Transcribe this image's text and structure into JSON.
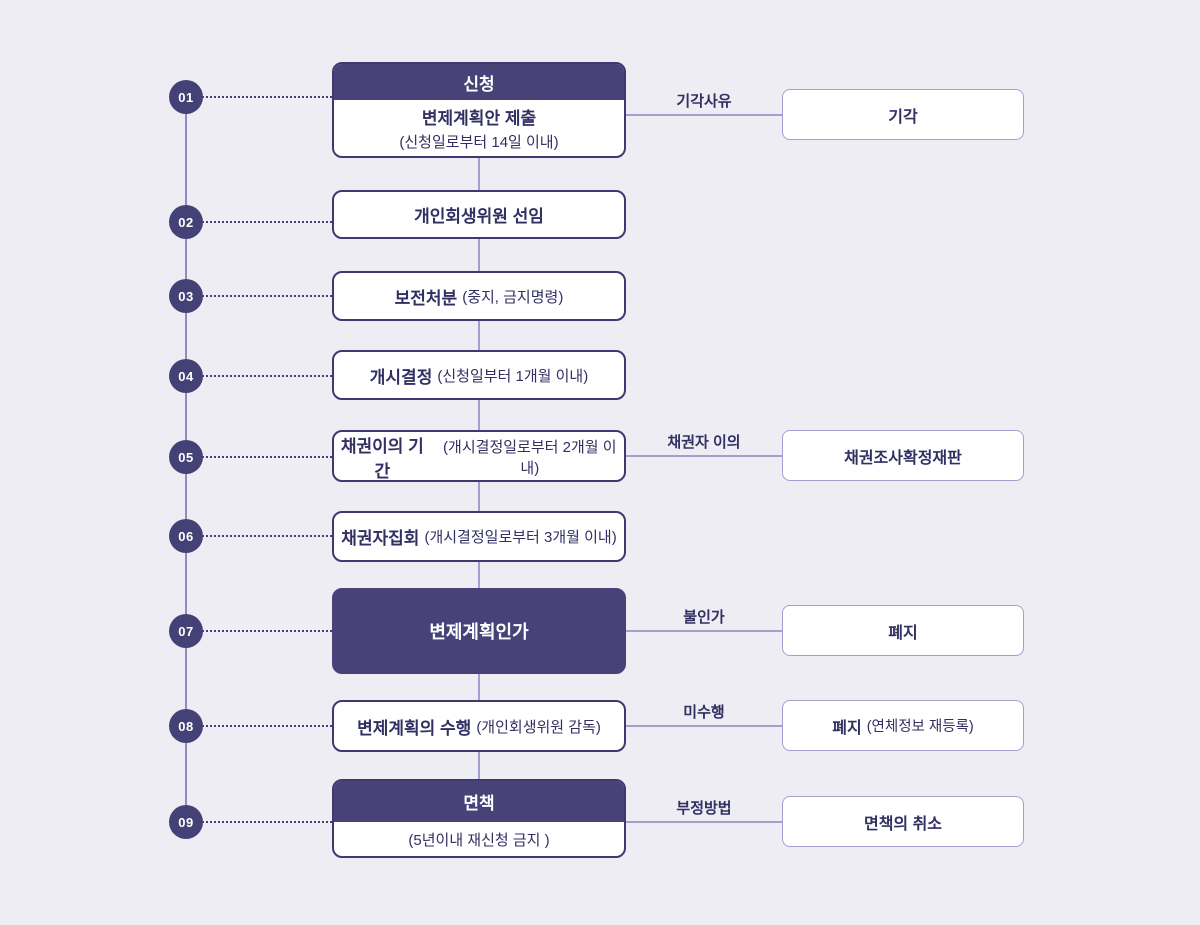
{
  "colors": {
    "background": "#eeedf3",
    "dark_purple": "#474379",
    "box_border": "#3d3a72",
    "light_line": "#a3a0d1",
    "text": "#322f62"
  },
  "steps": [
    {
      "num": "01",
      "header": "신청",
      "title": "변제계획안 제출",
      "sub": "(신청일로부터 14일 이내)"
    },
    {
      "num": "02",
      "title": "개인회생위원 선임"
    },
    {
      "num": "03",
      "title": "보전처분",
      "note": "(중지, 금지명령)"
    },
    {
      "num": "04",
      "title": "개시결정",
      "note": "(신청일부터 1개월 이내)"
    },
    {
      "num": "05",
      "title": "채권이의 기간",
      "note": "(개시결정일로부터 2개월 이내)"
    },
    {
      "num": "06",
      "title": "채권자집회",
      "note": "(개시결정일로부터 3개월 이내)"
    },
    {
      "num": "07",
      "title": "변제계획인가"
    },
    {
      "num": "08",
      "title": "변제계획의 수행",
      "note": "(개인회생위원 감독)"
    },
    {
      "num": "09",
      "header": "면책",
      "sub": "(5년이내 재신청 금지 )"
    }
  ],
  "branches": [
    {
      "from": "01",
      "label": "기각사유",
      "result": "기각"
    },
    {
      "from": "05",
      "label": "채권자 이의",
      "result": "채권조사확정재판"
    },
    {
      "from": "07",
      "label": "불인가",
      "result": "폐지"
    },
    {
      "from": "08",
      "label": "미수행",
      "result": "폐지",
      "result_note": "(연체정보 재등록)"
    },
    {
      "from": "09",
      "label": "부정방법",
      "result": "면책의 취소"
    }
  ]
}
